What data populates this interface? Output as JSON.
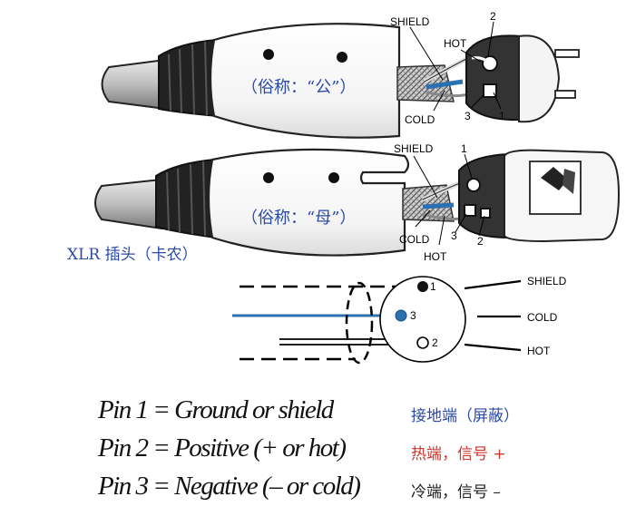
{
  "male_connector": {
    "caption": "（俗称：“公”）",
    "labels": {
      "shield": "SHIELD",
      "hot": "HOT",
      "cold": "COLD"
    },
    "pins": [
      "2",
      "3",
      "1"
    ]
  },
  "female_connector": {
    "caption": "（俗称：“母”）",
    "labels": {
      "shield": "SHIELD",
      "cold": "COLD",
      "hot": "HOT"
    },
    "pins": [
      "1",
      "3",
      "2"
    ]
  },
  "xlr_title": "XLR 插头（卡农）",
  "schematic": {
    "pins": [
      "1",
      "3",
      "2"
    ],
    "labels": [
      "SHIELD",
      "COLD",
      "HOT"
    ]
  },
  "pin_list": [
    {
      "en": "Pin 1 = Ground or shield",
      "cn": "接地端（屏蔽）",
      "cn_color": "#2b4aa8"
    },
    {
      "en": "Pin 2 = Positive (+ or hot)",
      "cn": "热端，信号 +",
      "cn_color": "#d0342c"
    },
    {
      "en": "Pin 3 = Negative (– or cold)",
      "cn": "冷端，信号 –",
      "cn_color": "#222222"
    }
  ]
}
